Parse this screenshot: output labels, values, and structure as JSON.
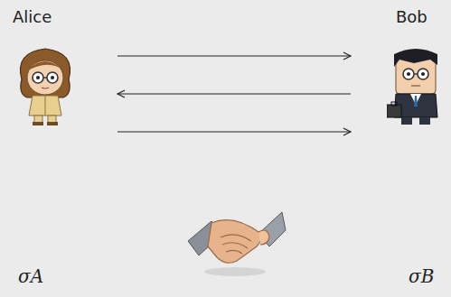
{
  "diagram": {
    "nodes": [
      {
        "text": [
          "Alice"
        ]
      },
      {
        "text": [
          "Bob"
        ]
      }
    ],
    "edges": [
      {
        "from": 0,
        "to": 1,
        "arrow": "to"
      },
      {
        "from": 1,
        "to": 0,
        "arrow": "to"
      },
      {
        "from": 0,
        "to": 1,
        "arrow": "to"
      }
    ],
    "labels": [
      "σA",
      "σB"
    ]
  }
}
